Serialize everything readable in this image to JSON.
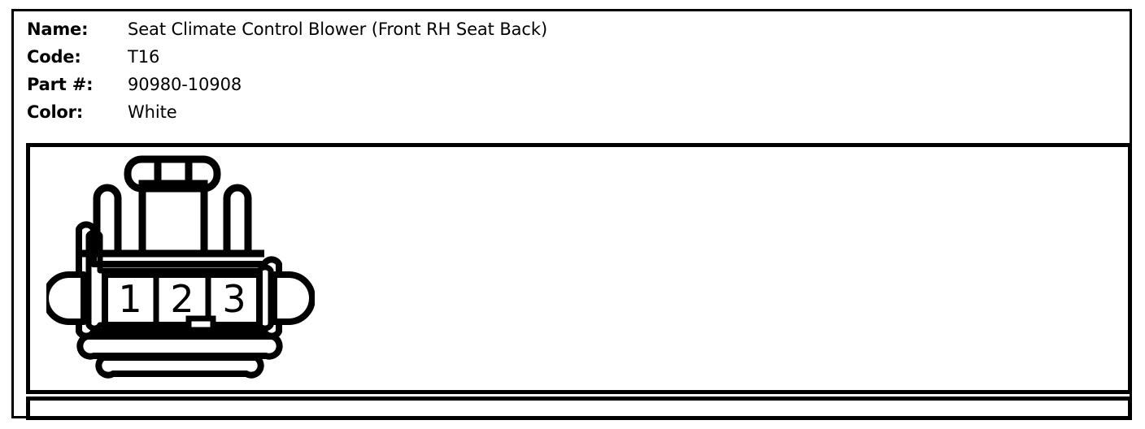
{
  "spec": {
    "rows": [
      {
        "label": "Name:",
        "value": "Seat Climate Control Blower (Front RH Seat Back)"
      },
      {
        "label": "Code:",
        "value": "T16"
      },
      {
        "label": "Part #:",
        "value": "90980-10908"
      },
      {
        "label": "Color:",
        "value": "White"
      }
    ]
  },
  "diagram": {
    "title": "connector-face-view",
    "pin_count": 3,
    "pins": [
      {
        "number": "1"
      },
      {
        "number": "2"
      },
      {
        "number": "3"
      }
    ],
    "features": {
      "locking_tab": "top-center-latch",
      "polarizing_notch": "bottom-between-pin-2-and-3",
      "side_wings": 2,
      "guide_posts": 2
    },
    "stroke_color": "#000000",
    "fill_color": "#ffffff"
  },
  "footer": {
    "text": ""
  }
}
